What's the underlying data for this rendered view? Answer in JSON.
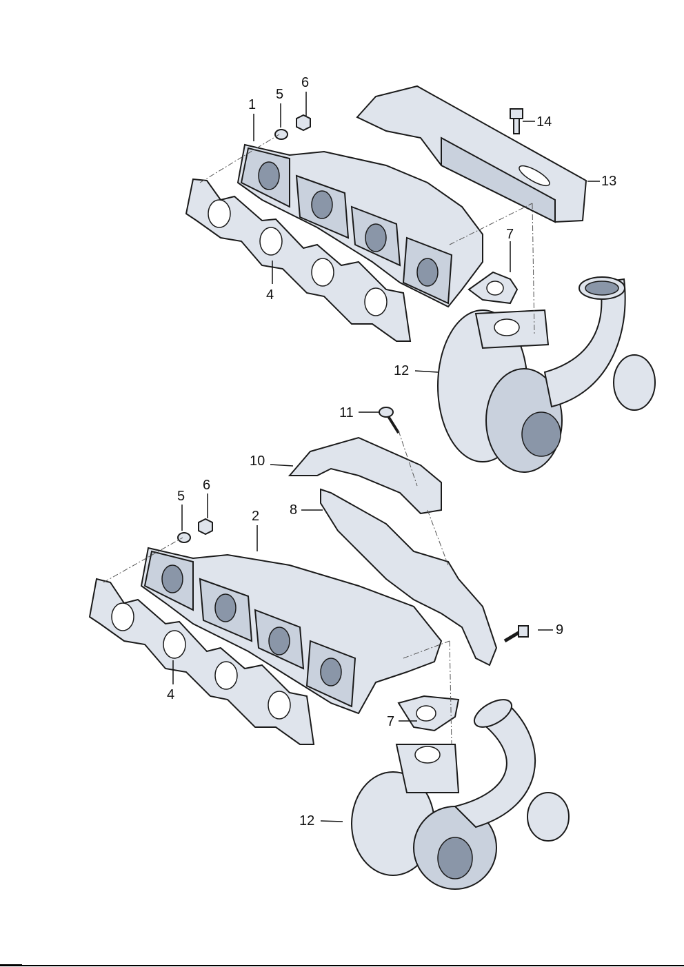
{
  "diagram": {
    "type": "exploded parts diagram - exhaust manifold and turbocharger",
    "callouts": {
      "top": {
        "manifold": "1",
        "washer": "5",
        "nut": "6",
        "bolt": "14",
        "heat_shield": "13",
        "turbo_gasket": "7",
        "manifold_gasket": "4",
        "turbocharger": "12"
      },
      "bottom": {
        "bolt_shield": "11",
        "heat_shield": "10",
        "washer": "5",
        "nut": "6",
        "manifold": "2",
        "shield_bracket": "8",
        "bolt_bracket": "9",
        "manifold_gasket": "4",
        "turbo_gasket": "7",
        "turbocharger": "12"
      }
    },
    "colors": {
      "part_fill": "#dfe4ec",
      "outline": "#1a1a1a"
    }
  }
}
